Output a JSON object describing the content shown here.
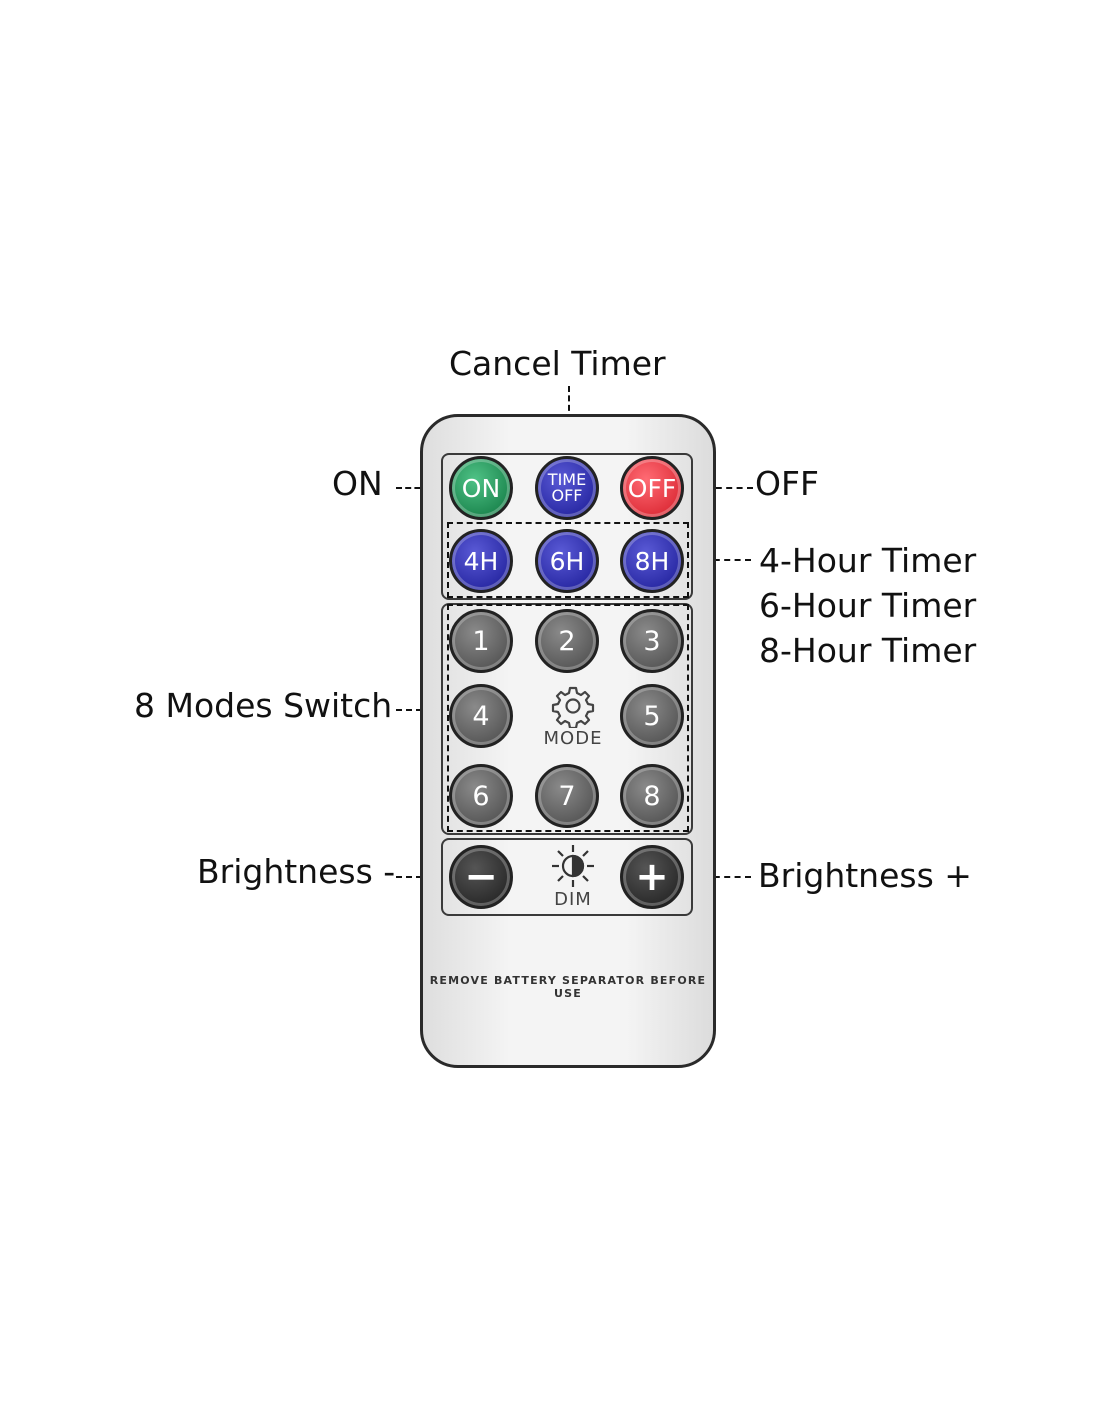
{
  "callouts": {
    "cancel_timer": "Cancel Timer",
    "on": "ON",
    "off": "OFF",
    "timer_4h": "4-Hour Timer",
    "timer_6h": "6-Hour Timer",
    "timer_8h": "8-Hour Timer",
    "modes_switch": "8 Modes Switch",
    "brightness_minus": "Brightness -",
    "brightness_plus": "Brightness +"
  },
  "buttons": {
    "on": "ON",
    "time_off_line1": "TIME",
    "time_off_line2": "OFF",
    "off": "OFF",
    "h4": "4H",
    "h6": "6H",
    "h8": "8H",
    "m1": "1",
    "m2": "2",
    "m3": "3",
    "m4": "4",
    "m5": "5",
    "m6": "6",
    "m7": "7",
    "m8": "8",
    "minus": "−",
    "plus": "+"
  },
  "icons": {
    "mode_label": "MODE",
    "dim_label": "DIM"
  },
  "footer": "REMOVE BATTERY SEPARATOR BEFORE USE",
  "colors": {
    "on": "#1f8a52",
    "timer": "#2b2ba6",
    "off": "#e0313c",
    "mode": "#5a5a5a",
    "brightness": "#2c2c2c"
  }
}
